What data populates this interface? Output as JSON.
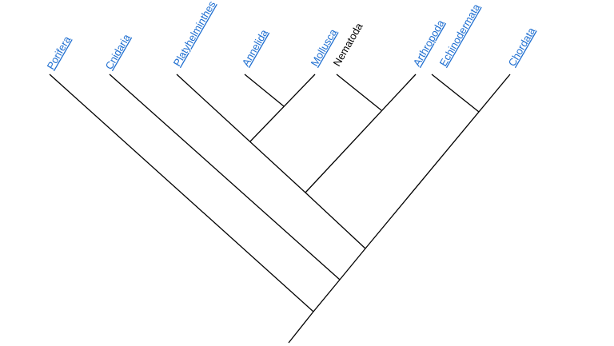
{
  "diagram": {
    "type": "cladogram",
    "colors": {
      "link": "#1f6fd1",
      "plain_text": "#000000",
      "branch": "#000000"
    },
    "taxa": [
      {
        "id": "porifera",
        "label": "Porifera",
        "link": true
      },
      {
        "id": "cnidaria",
        "label": "Cnidaria",
        "link": true
      },
      {
        "id": "platyhelminthes",
        "label": "Platyhelminthes",
        "link": true
      },
      {
        "id": "annelida",
        "label": "Annelida",
        "link": true
      },
      {
        "id": "mollusca",
        "label": "Mollusca",
        "link": true
      },
      {
        "id": "nematoda",
        "label": "Nematoda",
        "link": false
      },
      {
        "id": "arthropoda",
        "label": "Arthropoda",
        "link": true
      },
      {
        "id": "echinodermata",
        "label": "Echinodermata",
        "link": true
      },
      {
        "id": "chordata",
        "label": "Chordata",
        "link": true
      }
    ]
  }
}
